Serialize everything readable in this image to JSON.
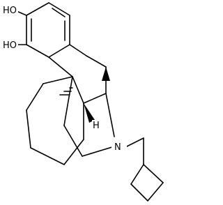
{
  "labels": {
    "oh_top": "HO",
    "oh_bottom": "HO",
    "nitrogen": "N",
    "hydrogen": "H"
  },
  "colors": {
    "bond": "#000000",
    "background": "#ffffff"
  }
}
